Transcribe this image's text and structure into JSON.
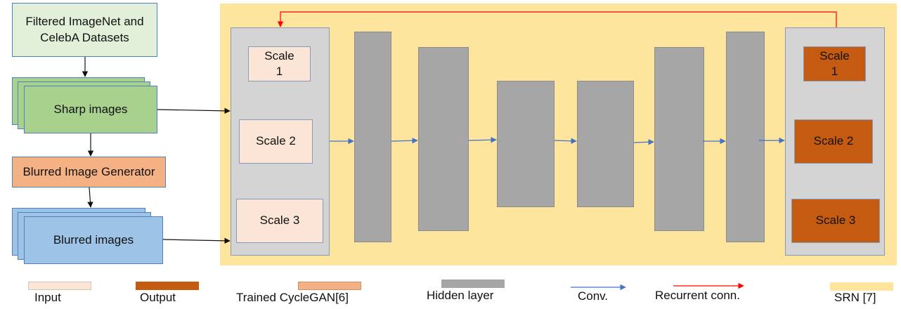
{
  "left": {
    "datasets": "Filtered ImageNet and CelebA Datasets",
    "sharp": "Sharp images",
    "generator": "Blurred Image Generator",
    "blurred": "Blurred images"
  },
  "srn": {
    "input_scales": [
      "Scale 1",
      "Scale 2",
      "Scale 3"
    ],
    "output_scales": [
      "Scale 1",
      "Scale 2",
      "Scale 3"
    ]
  },
  "legend": {
    "input": "Input",
    "output": "Output",
    "trained": "Trained CycleGAN[6]",
    "hidden": "Hidden layer",
    "conv": "Conv.",
    "recurrent": "Recurrent conn.",
    "srn": "SRN [7]"
  },
  "colors": {
    "input": "#fae5d6",
    "output": "#c55a11",
    "trained": "#f4b183",
    "hidden": "#a6a6a6",
    "conv": "#4472c4",
    "recurrent": "#ff0000",
    "srn": "#fde59e",
    "sharp": "#a9d18e",
    "blurred": "#9dc3e6",
    "datasets": "#e2f0d9"
  }
}
